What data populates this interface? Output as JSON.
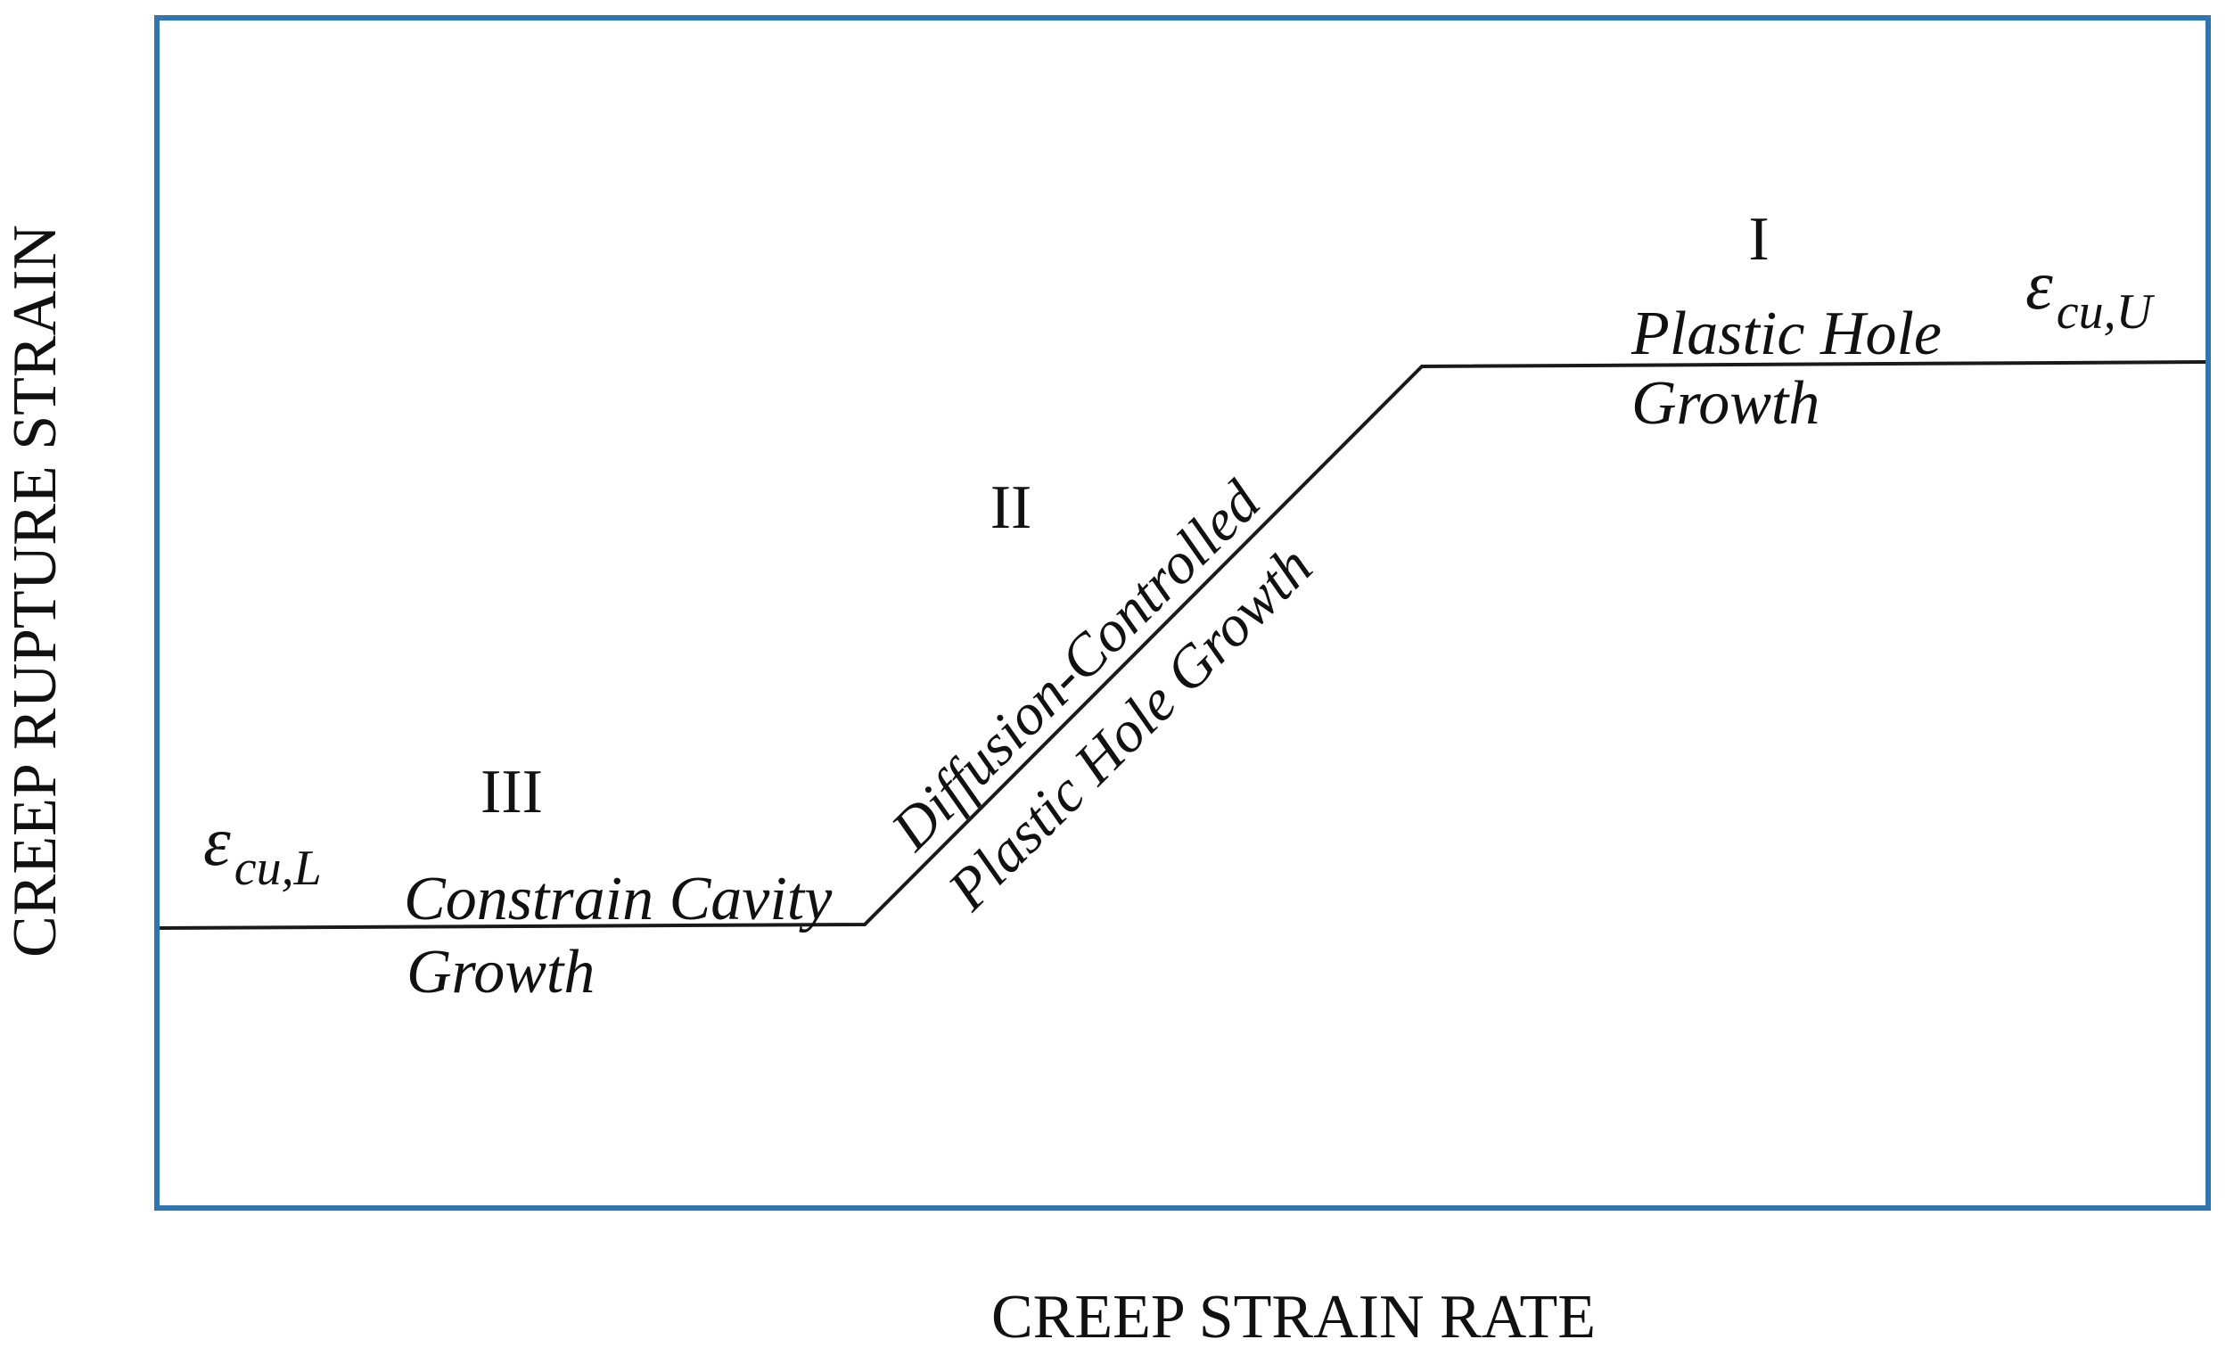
{
  "figure": {
    "background": "#ffffff",
    "box_border_color": "#2f76b0",
    "curve_color": "#1a1a1a",
    "text_color": "#111111"
  },
  "axes": {
    "y_label": "CREEP RUPTURE STRAIN",
    "x_label": "CREEP STRAIN RATE"
  },
  "labels": {
    "epsilon_lower": {
      "symbol": "ε",
      "subscript": "cu,L"
    },
    "epsilon_upper": {
      "symbol": "ε",
      "subscript": "cu,U"
    },
    "region1": {
      "numeral": "I",
      "line1": "Plastic Hole",
      "line2": "Growth"
    },
    "region2": {
      "numeral": "II",
      "line1": "Diffusion-Controlled",
      "line2": "Plastic Hole Growth"
    },
    "region3": {
      "numeral": "III",
      "line1": "Constrain Cavity",
      "line2": "Growth"
    }
  },
  "chart_data": {
    "type": "line",
    "title": "",
    "xlabel": "CREEP STRAIN RATE",
    "ylabel": "CREEP RUPTURE STRAIN",
    "axes_numeric": false,
    "tick_labels": "none",
    "grid": false,
    "legend": false,
    "frame": "full box, steel-blue border",
    "series": [
      {
        "name": "creep rupture strain curve",
        "shape": "piecewise-linear",
        "x_frac": [
          0.0,
          0.345,
          0.616,
          1.0
        ],
        "y_frac": [
          0.237,
          0.237,
          0.708,
          0.708
        ],
        "description": "lower plateau at ε_cu,L, ~45° rising segment, upper plateau at ε_cu,U"
      }
    ],
    "plateau_labels": {
      "lower": "ε_cu,L",
      "upper": "ε_cu,U"
    },
    "regions": [
      {
        "numeral": "I",
        "name": "Plastic Hole Growth",
        "position": "upper plateau, right"
      },
      {
        "numeral": "II",
        "name": "Diffusion-Controlled Plastic Hole Growth",
        "position": "rising segment, text rotated ~-45° along line"
      },
      {
        "numeral": "III",
        "name": "Constrain Cavity Growth",
        "position": "lower plateau, left"
      }
    ]
  }
}
